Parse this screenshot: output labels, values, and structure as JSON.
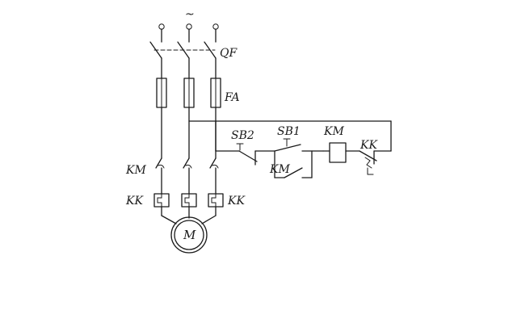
{
  "diagram": {
    "labels": {
      "supply": "~",
      "breaker": "QF",
      "fuse": "FA",
      "contactor_main": "KM",
      "thermal_relay_left": "KK",
      "thermal_relay_right": "KK",
      "motor": "M",
      "stop_button": "SB2",
      "start_button": "SB1",
      "holding_contact": "KM",
      "coil": "KM",
      "thermal_contact": "KK"
    }
  }
}
